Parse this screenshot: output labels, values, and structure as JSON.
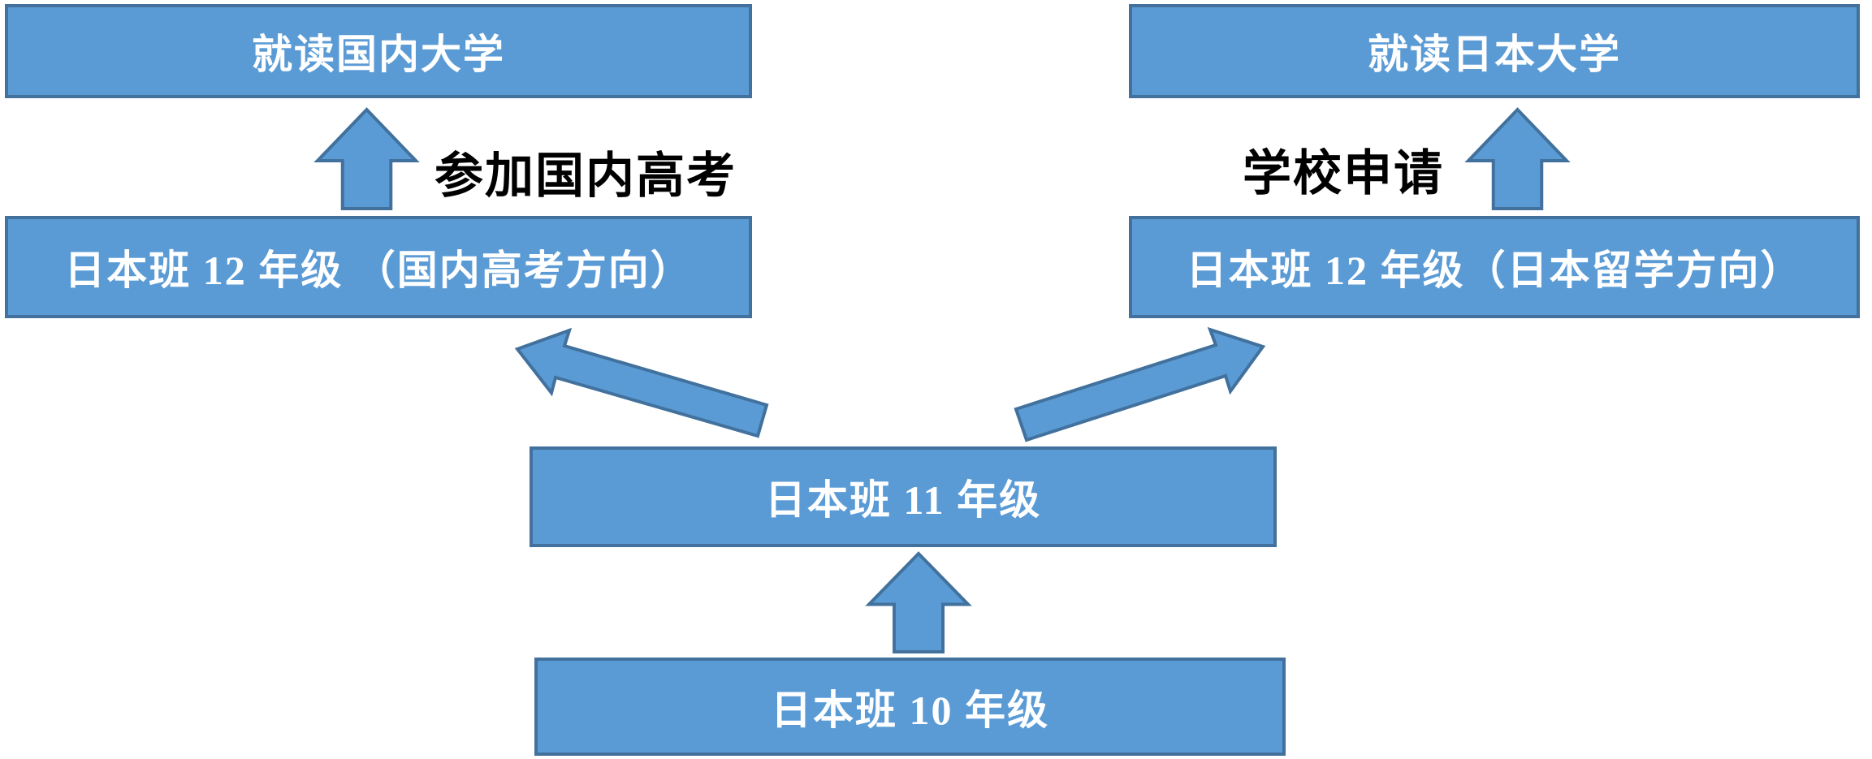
{
  "diagram": {
    "boxes": {
      "domestic_university": "就读国内大学",
      "japan_university": "就读日本大学",
      "grade12_domestic": "日本班 12 年级 （国内高考方向）",
      "grade12_japan": "日本班 12 年级（日本留学方向）",
      "grade11": "日本班 11 年级",
      "grade10": "日本班 10 年级"
    },
    "labels": {
      "gaokao": "参加国内高考",
      "application": "学校申请"
    },
    "colors": {
      "box_fill": "#5b9bd5",
      "box_border": "#41719c",
      "box_text": "#ffffff",
      "label_text": "#000000",
      "background": "#ffffff"
    }
  }
}
